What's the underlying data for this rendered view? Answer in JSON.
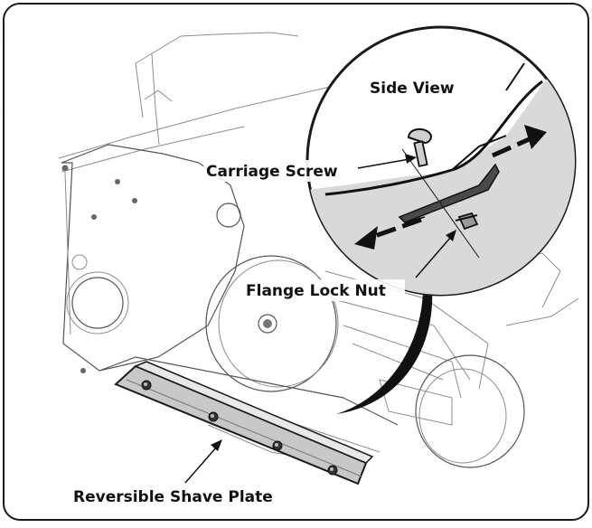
{
  "labels": {
    "side_view": "Side View",
    "carriage_screw": "Carriage Screw",
    "flange_lock_nut": "Flange Lock Nut",
    "reversible_shave_plate": "Reversible Shave Plate"
  },
  "colors": {
    "frame_stroke": "#1a1a1a",
    "inset_fill": "#d9d9d9",
    "plate_fill": "#c8c8c8",
    "arrow": "#111111"
  }
}
